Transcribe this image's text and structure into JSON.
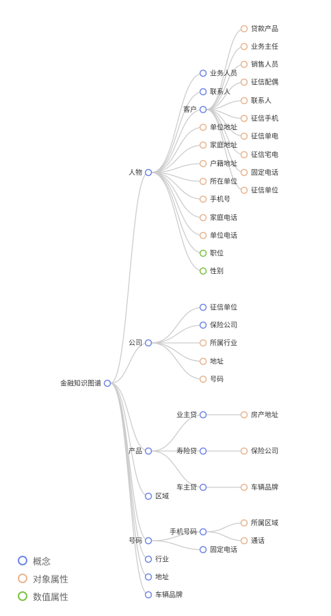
{
  "colors": {
    "concept": "#6f86e8",
    "object_attr": "#e8b48e",
    "value_attr": "#7ac143"
  },
  "legend": [
    {
      "label": "概念",
      "kind": "concept",
      "icon": "circle-icon"
    },
    {
      "label": "对象属性",
      "kind": "object_attr",
      "icon": "circle-icon"
    },
    {
      "label": "数值属性",
      "kind": "value_attr",
      "icon": "circle-icon"
    }
  ],
  "tree": {
    "name": "金融知识图谱",
    "kind": "concept",
    "children": [
      {
        "name": "人物",
        "kind": "concept",
        "children": [
          {
            "name": "业务人员",
            "kind": "concept"
          },
          {
            "name": "联系人",
            "kind": "concept"
          },
          {
            "name": "客户",
            "kind": "concept",
            "children": [
              {
                "name": "贷款产品",
                "kind": "object_attr"
              },
              {
                "name": "业务主任",
                "kind": "object_attr"
              },
              {
                "name": "销售人员",
                "kind": "object_attr"
              },
              {
                "name": "征信配偶",
                "kind": "object_attr"
              },
              {
                "name": "联系人",
                "kind": "object_attr"
              },
              {
                "name": "征信手机",
                "kind": "object_attr"
              },
              {
                "name": "征信单电",
                "kind": "object_attr"
              },
              {
                "name": "征信宅电",
                "kind": "object_attr"
              },
              {
                "name": "固定电话",
                "kind": "object_attr"
              },
              {
                "name": "征信单位",
                "kind": "object_attr"
              }
            ]
          },
          {
            "name": "单位地址",
            "kind": "object_attr"
          },
          {
            "name": "家庭地址",
            "kind": "object_attr"
          },
          {
            "name": "户籍地址",
            "kind": "object_attr"
          },
          {
            "name": "所在单位",
            "kind": "object_attr"
          },
          {
            "name": "手机号",
            "kind": "object_attr"
          },
          {
            "name": "家庭电话",
            "kind": "object_attr"
          },
          {
            "name": "单位电话",
            "kind": "object_attr"
          },
          {
            "name": "职位",
            "kind": "value_attr"
          },
          {
            "name": "性别",
            "kind": "value_attr"
          }
        ]
      },
      {
        "name": "公司",
        "kind": "concept",
        "children": [
          {
            "name": "征信单位",
            "kind": "concept"
          },
          {
            "name": "保险公司",
            "kind": "concept"
          },
          {
            "name": "所属行业",
            "kind": "object_attr"
          },
          {
            "name": "地址",
            "kind": "object_attr"
          },
          {
            "name": "号码",
            "kind": "object_attr"
          }
        ]
      },
      {
        "name": "产品",
        "kind": "concept",
        "children": [
          {
            "name": "业主贷",
            "kind": "concept",
            "children": [
              {
                "name": "房产地址",
                "kind": "object_attr"
              }
            ]
          },
          {
            "name": "寿险贷",
            "kind": "concept",
            "children": [
              {
                "name": "保险公司",
                "kind": "object_attr"
              }
            ]
          },
          {
            "name": "车主贷",
            "kind": "concept",
            "children": [
              {
                "name": "车辆品牌",
                "kind": "object_attr"
              }
            ]
          }
        ]
      },
      {
        "name": "区域",
        "kind": "concept"
      },
      {
        "name": "号码",
        "kind": "concept",
        "children": [
          {
            "name": "手机号码",
            "kind": "concept",
            "children": [
              {
                "name": "所属区域",
                "kind": "object_attr"
              },
              {
                "name": "通话",
                "kind": "object_attr"
              }
            ]
          },
          {
            "name": "固定电话",
            "kind": "concept"
          }
        ]
      },
      {
        "name": "行业",
        "kind": "concept"
      },
      {
        "name": "地址",
        "kind": "concept"
      },
      {
        "name": "车辆品牌",
        "kind": "concept"
      }
    ]
  }
}
